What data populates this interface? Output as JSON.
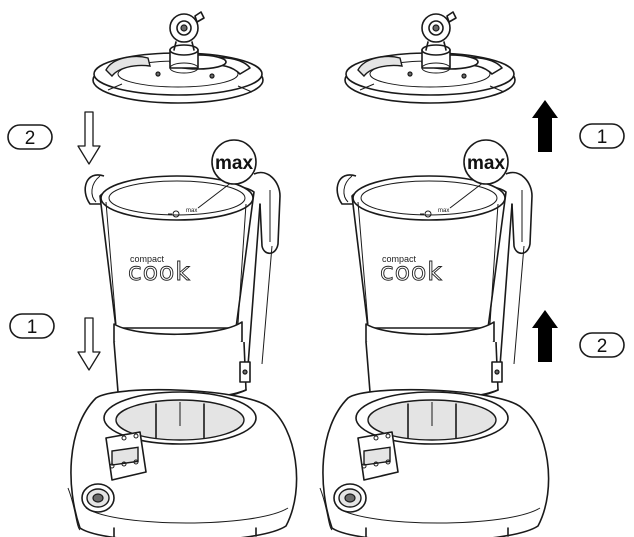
{
  "left_panel": {
    "steps": [
      "2",
      "1"
    ],
    "max_callout": "max",
    "bowl_fill_mark": "max",
    "brand": {
      "line1": "compact",
      "line2": "cook"
    }
  },
  "right_panel": {
    "steps": [
      "1",
      "2"
    ],
    "max_callout": "max",
    "bowl_fill_mark": "max",
    "brand": {
      "line1": "compact",
      "line2": "cook"
    }
  },
  "colors": {
    "line": "#1a1a1a",
    "arrow_solid": "#000000",
    "arrow_outline": "#ffffff"
  }
}
